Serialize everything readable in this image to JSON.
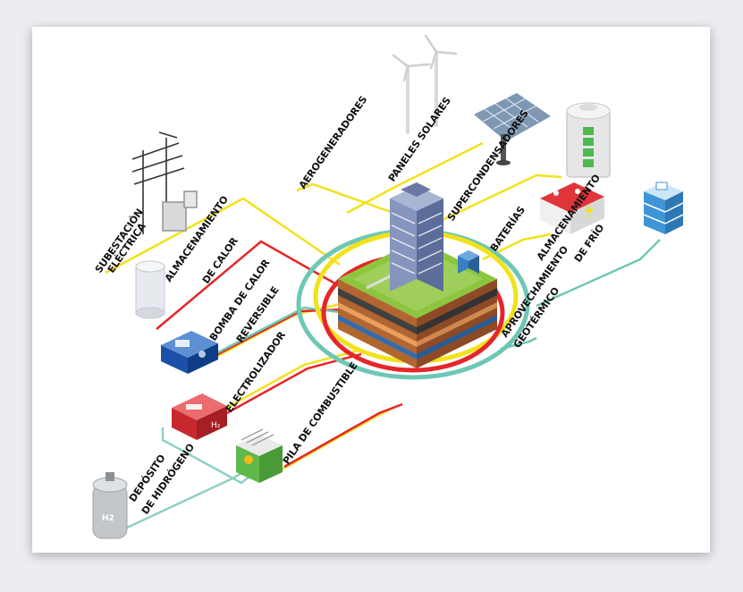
{
  "labels": {
    "subestacion_1": "SUBESTACIÓN",
    "subestacion_2": "ELÉCTRICA",
    "almacenamiento_calor_1": "ALMACENAMIENTO",
    "almacenamiento_calor_2": "DE CALOR",
    "bomba_calor_1": "BOMBA DE CALOR",
    "bomba_calor_2": "REVERSIBLE",
    "electrolizador": "ELECTROLIZADOR",
    "pila_combustible": "PILA DE COMBUSTIBLE",
    "deposito_1": "DEPÓSITO",
    "deposito_2": "DE HIDRÓGENO",
    "aerogeneradores": "AEROGENERADORES",
    "paneles_solares": "PANELES SOLARES",
    "supercondensadores": "SUPERCONDENSADORES",
    "baterias": "BATERÍAS",
    "almacenamiento_frio_1": "ALMACENAMIENTO",
    "almacenamiento_frio_2": "DE FRÍO",
    "geotermico_1": "APROVECHAMIENTO",
    "geotermico_2": "GEOTÉRMICO",
    "h2_tag": "H2"
  },
  "colors": {
    "electric": "#f2e21a",
    "heat": "#e52629",
    "cold": "#6ec7b4",
    "hydrogen": "#8fd0c4",
    "building": "#7d8db6",
    "ground": "#a55a30",
    "grass": "#8cc63f"
  }
}
